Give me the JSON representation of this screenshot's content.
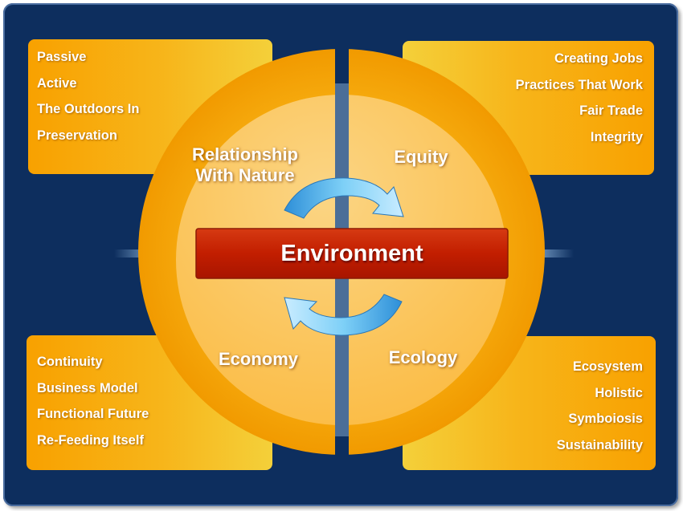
{
  "center": {
    "label": "Environment"
  },
  "quadrants": {
    "top_left": {
      "label_line1": "Relationship",
      "label_line2": "With Nature"
    },
    "top_right": {
      "label": "Equity"
    },
    "bottom_left": {
      "label": "Economy"
    },
    "bottom_right": {
      "label": "Ecology"
    }
  },
  "lists": {
    "top_left": [
      "Passive",
      "Active",
      "The Outdoors In",
      "Preservation"
    ],
    "top_right": [
      "Creating Jobs",
      "Practices That Work",
      "Fair Trade",
      "Integrity"
    ],
    "bottom_left": [
      "Continuity",
      "Business Model",
      "Functional Future",
      "Re-Feeding Itself"
    ],
    "bottom_right": [
      "Ecosystem",
      "Holistic",
      "Symboiosis",
      "Sustainability"
    ]
  },
  "colors": {
    "background": "#0d2e5e",
    "panel_orange": "#f7a600",
    "panel_yellow": "#f5c823",
    "ring_orange": "#f6a800",
    "inner_circle": "#fbc45a",
    "center_bar": "#c41e00",
    "arrow_blue": "#4fb8ee"
  },
  "icons": {
    "cycle_arrow": "curved-arrow-icon"
  }
}
